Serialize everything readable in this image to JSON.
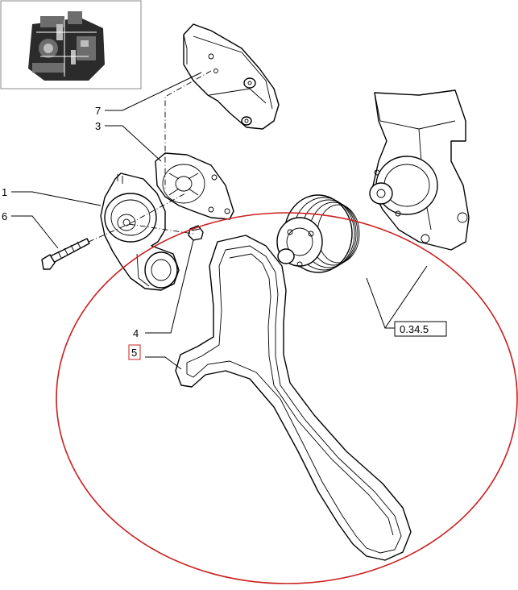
{
  "callouts": {
    "c1": "1",
    "c3": "3",
    "c4": "4",
    "c5": "5",
    "c6": "6",
    "c7": "7",
    "ref": "0.34.5"
  },
  "colors": {
    "highlight": "#cc1f1f",
    "line": "#000000",
    "background": "#ffffff"
  },
  "icons": {
    "thumbnail": "engine-thumbnail-icon"
  }
}
